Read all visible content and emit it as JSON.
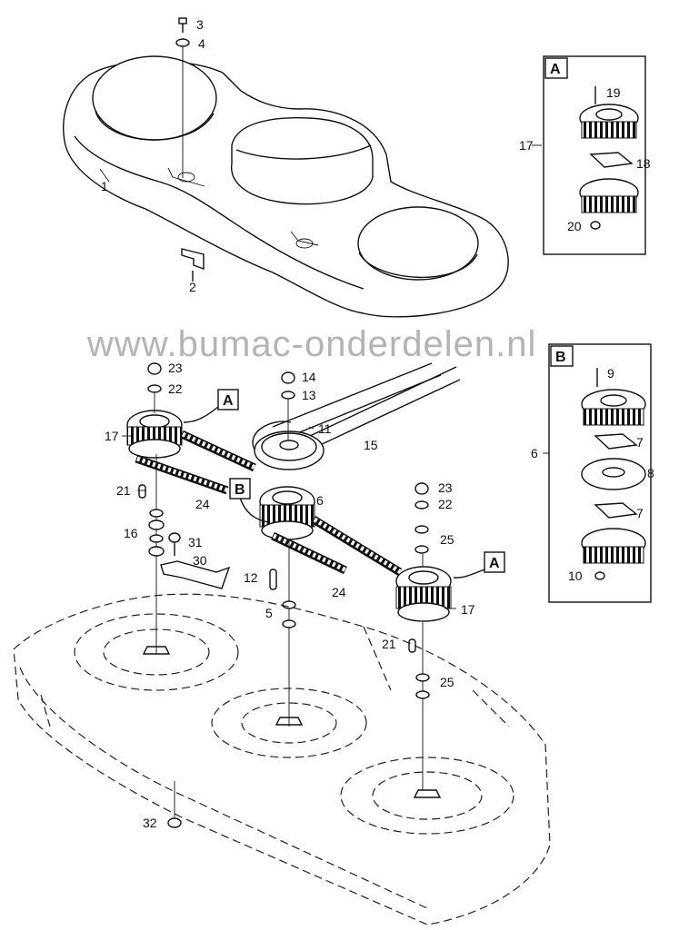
{
  "watermark": "www.bumac-onderdelen.nl",
  "inset_a": {
    "letter": "A",
    "labels": {
      "assembly": "17",
      "bolt": "19",
      "plate": "18",
      "nut": "20"
    }
  },
  "inset_b": {
    "letter": "B",
    "labels": {
      "assembly": "6",
      "bolt": "9",
      "plate_upper": "7",
      "middle": "8",
      "plate_lower": "7",
      "nut": "10"
    }
  },
  "callouts": {
    "a_left": "A",
    "a_right": "A",
    "b_left": "B"
  },
  "parts": {
    "p1": "1",
    "p2": "2",
    "p3": "3",
    "p4": "4",
    "p5": "5",
    "p6": "6",
    "p11": "11",
    "p12": "12",
    "p13": "13",
    "p14": "14",
    "p15": "15",
    "p16": "16",
    "p17_left": "17",
    "p17_right": "17",
    "p21_left": "21",
    "p21_right": "21",
    "p22_left": "22",
    "p22_right": "22",
    "p23_left": "23",
    "p23_right": "23",
    "p24_left": "24",
    "p24_mid": "24",
    "p25_top": "25",
    "p25_bottom": "25",
    "p30": "30",
    "p31": "31",
    "p32": "32"
  }
}
